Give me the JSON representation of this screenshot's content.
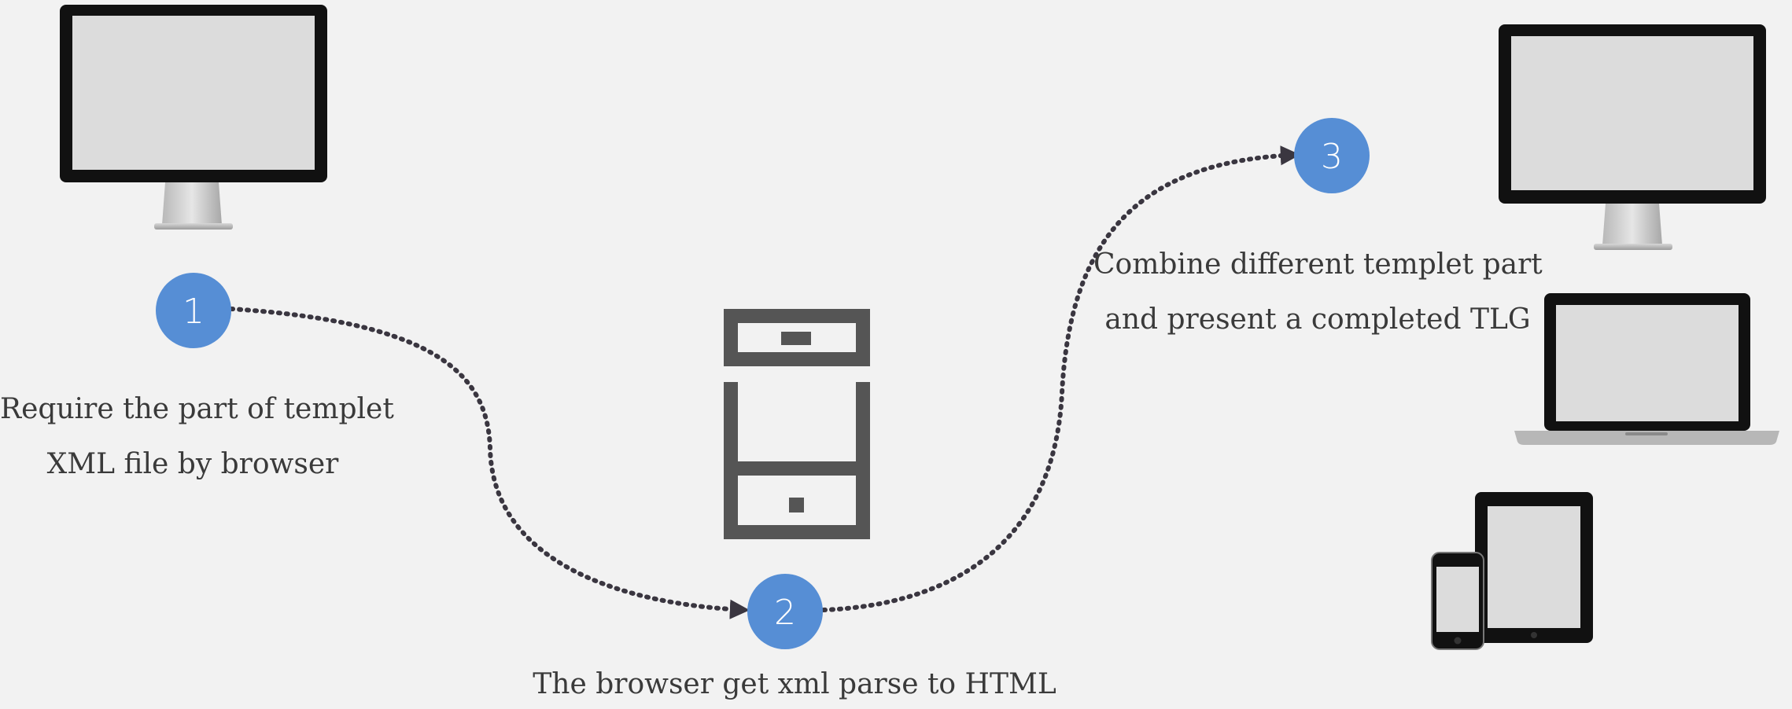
{
  "steps": [
    {
      "number": "1",
      "lines": [
        "Require the part of templet",
        "XML file by browser"
      ]
    },
    {
      "number": "2",
      "lines": [
        "The browser get xml parse to HTML"
      ]
    },
    {
      "number": "3",
      "lines": [
        "Combine different templet part",
        "and present a completed TLG"
      ]
    }
  ],
  "colors": {
    "background": "#f2f2f2",
    "step_circle": "#568ed5",
    "connector": "#3a3640",
    "server_icon": "#555555",
    "device_bezel": "#111111",
    "device_screen": "#dcdcdc",
    "text": "#3a3a3a"
  },
  "icons": {
    "source": "desktop-monitor-icon",
    "server": "server-cabinet-icon",
    "targets": [
      "desktop-monitor-icon",
      "laptop-icon",
      "tablet-icon",
      "phone-icon"
    ]
  }
}
